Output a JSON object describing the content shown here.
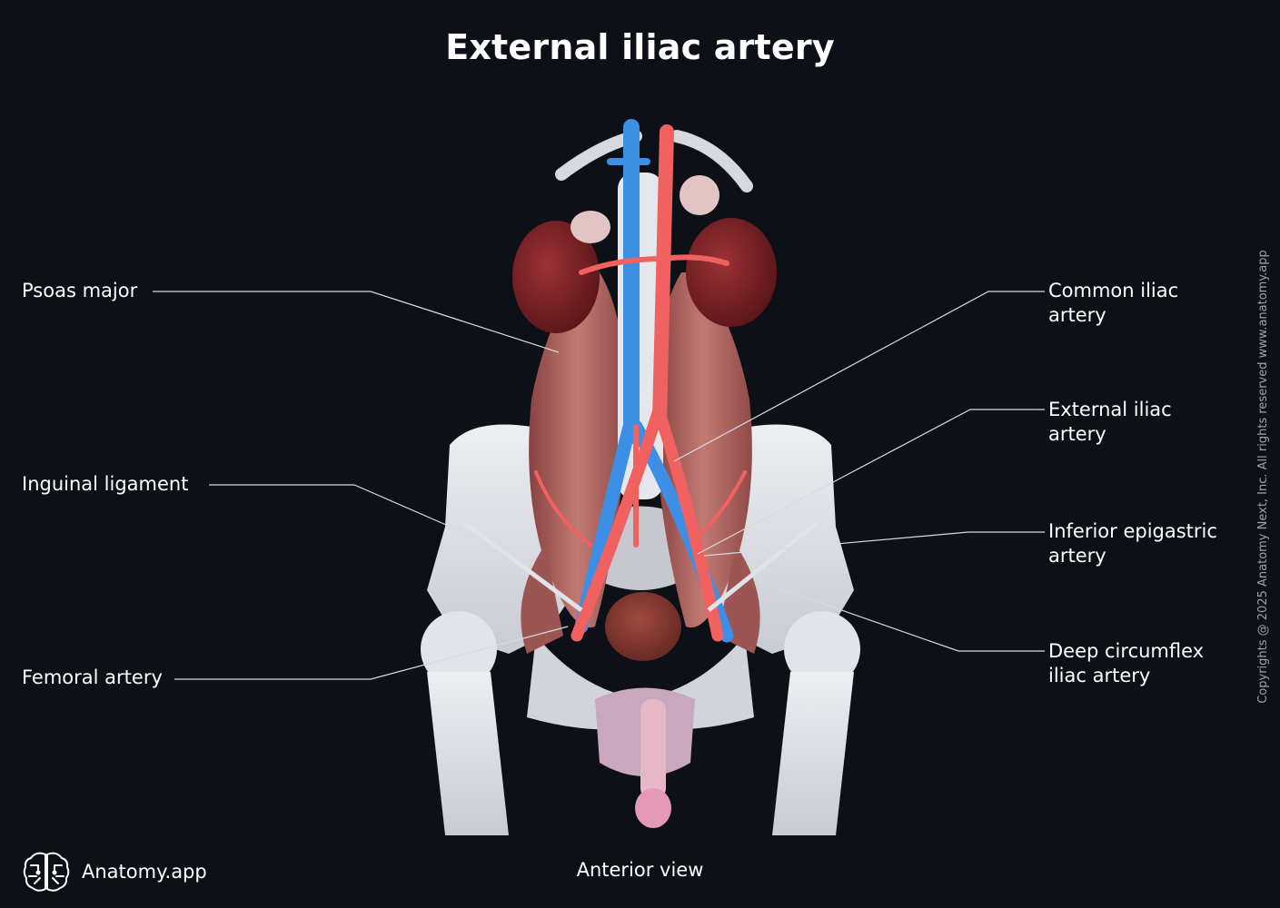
{
  "title": "External iliac artery",
  "view_label": "Anterior view",
  "brand": {
    "name": "Anatomy.app",
    "logo_icon": "brain-logo-icon"
  },
  "copyright": "Copyrights @ 2025 Anatomy Next, Inc. All rights reserved www.anatomy.app",
  "labels": {
    "psoas_major": [
      "Psoas major"
    ],
    "inguinal_ligament": [
      "Inguinal ligament"
    ],
    "femoral_artery": [
      "Femoral artery"
    ],
    "common_iliac_artery": [
      "Common iliac",
      "artery"
    ],
    "external_iliac_artery": [
      "External iliac",
      "artery"
    ],
    "inferior_epigastric_artery": [
      "Inferior epigastric",
      "artery"
    ],
    "deep_circumflex_iliac_artery": [
      "Deep circumflex",
      "iliac artery"
    ]
  },
  "colors": {
    "background": "#0d1117",
    "artery": "#f0615f",
    "vein": "#3d8fe6",
    "bone": "#dcdde3",
    "muscle": "#a85a58",
    "kidney": "#7a1f22",
    "leader_line": "#d8dadf"
  }
}
